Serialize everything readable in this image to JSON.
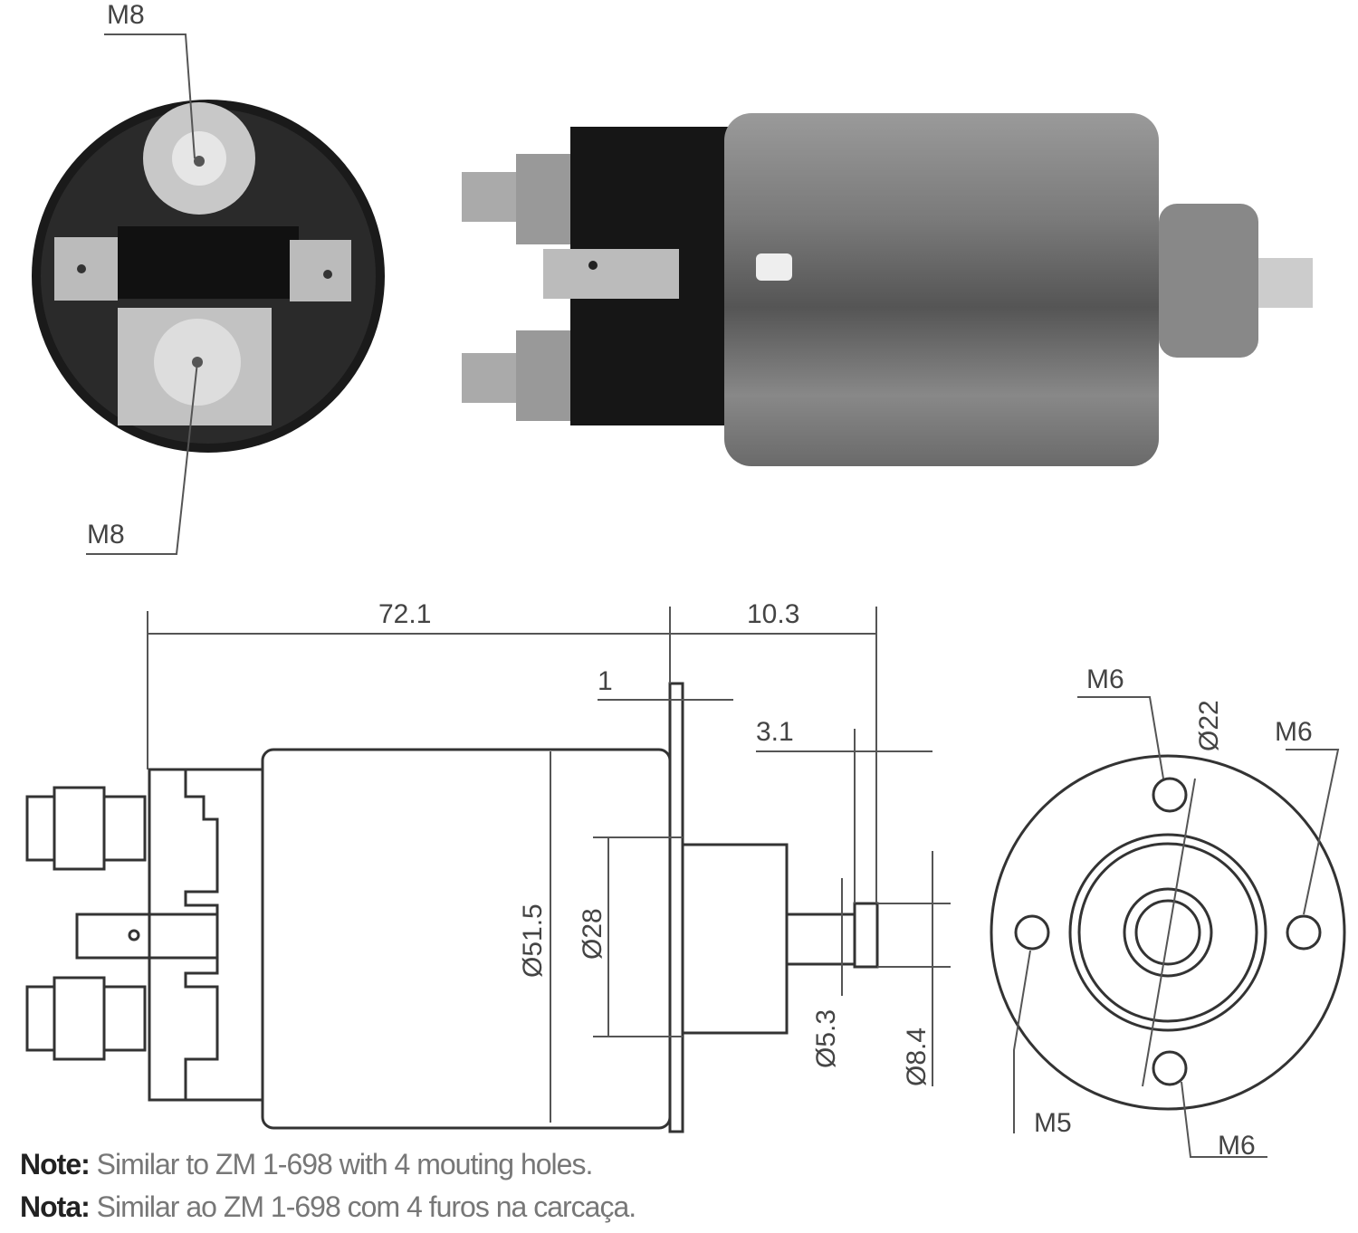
{
  "photo_labels": {
    "top_terminal": "M8",
    "bottom_terminal": "M8"
  },
  "dimensions": {
    "length_body": "72.1",
    "plunger_travel": "10.3",
    "flange": "1",
    "plunger_tip": "3.1",
    "body_diameter": "Ø51.5",
    "boss_diameter": "Ø28",
    "shaft_diameter": "Ø5.3",
    "tip_diameter": "Ø8.4"
  },
  "end_view_labels": {
    "top_left": "M6",
    "top_angle": "Ø22",
    "top_right": "M6",
    "bottom_left": "M5",
    "bottom_right": "M6"
  },
  "notes": [
    {
      "prefix": "Note:",
      "text": " Similar to ZM 1-698 with 4 mouting holes."
    },
    {
      "prefix": "Nota:",
      "text": " Similar ao ZM 1-698 com 4 furos na carcaça."
    }
  ]
}
